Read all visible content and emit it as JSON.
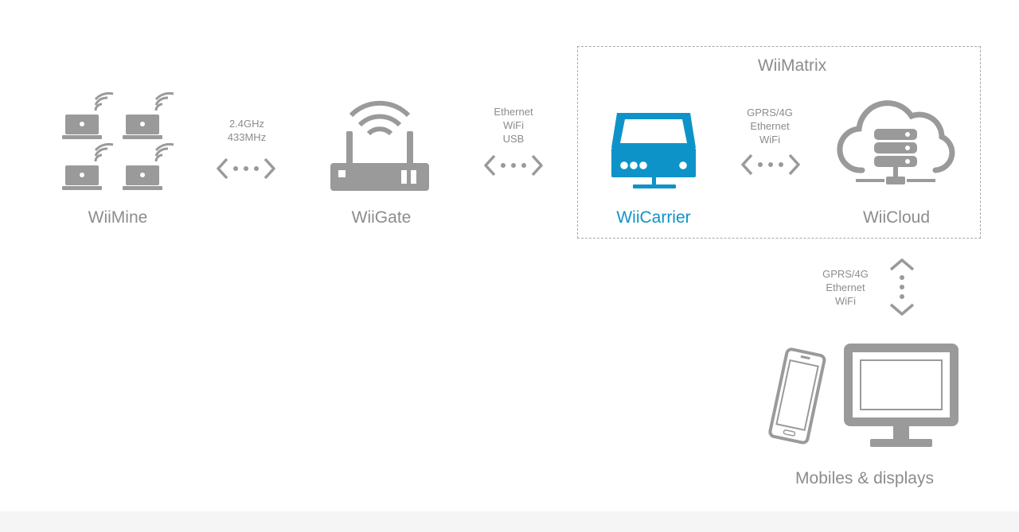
{
  "colors": {
    "gray": "#999999",
    "blue": "#0e93c9",
    "text": "#8c8c8c"
  },
  "nodes": {
    "wiimine": {
      "label": "WiiMine"
    },
    "wiigate": {
      "label": "WiiGate"
    },
    "wiicarrier": {
      "label": "WiiCarrier"
    },
    "wiicloud": {
      "label": "WiiCloud"
    },
    "mobiles": {
      "label": "Mobiles & displays"
    }
  },
  "group": {
    "title": "WiiMatrix"
  },
  "links": [
    {
      "lines": [
        "2.4GHz",
        "433MHz"
      ]
    },
    {
      "lines": [
        "Ethernet",
        "WiFi",
        "USB"
      ]
    },
    {
      "lines": [
        "GPRS/4G",
        "Ethernet",
        "WiFi"
      ]
    },
    {
      "lines": [
        "GPRS/4G",
        "Ethernet",
        "WiFi"
      ]
    }
  ],
  "icons": {
    "wiimine": "laptops-wifi-icon",
    "wiigate": "router-icon",
    "wiicarrier": "gateway-device-icon",
    "wiicloud": "cloud-server-icon",
    "mobiles": "phone-monitor-icon"
  }
}
